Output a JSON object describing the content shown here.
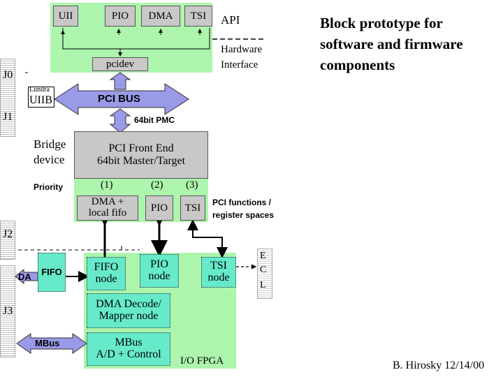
{
  "title": {
    "line1": "Block prototype for",
    "line2": "software and firmware",
    "line3": "components"
  },
  "author": "B. Hirosky 12/14/00",
  "software": {
    "blocks": [
      "UII",
      "PIO",
      "DMA",
      "TSI"
    ],
    "api_label": "API",
    "hw_if_line1": "Hardware",
    "hw_if_line2": "Interface",
    "pcidev": "pcidev"
  },
  "bus": {
    "pci_bus": "PCI BUS",
    "pmc": "64bit PMC",
    "lundra": "Lundra",
    "uiib": "UIIB"
  },
  "connectors": {
    "j0": "J0",
    "j1": "J1",
    "j2": "J2",
    "j3": "J3"
  },
  "bridge": {
    "label_line1": "Bridge",
    "label_line2": "device",
    "front_end_line1": "PCI Front End",
    "front_end_line2": "64bit Master/Target",
    "priority": "Priority",
    "prio1": "(1)",
    "prio2": "(2)",
    "prio3": "(3)",
    "dma_fn_line1": "DMA +",
    "dma_fn_line2": "local fifo",
    "pio_fn": "PIO",
    "tsi_fn": "TSI",
    "functions_line1": "PCI functions /",
    "functions_line2": "register spaces"
  },
  "fpga": {
    "fifo_node_line1": "FIFO",
    "fifo_node_line2": "node",
    "pio_node_line1": "PIO",
    "pio_node_line2": "node",
    "tsi_node_line1": "TSI",
    "tsi_node_line2": "node",
    "dma_decode_line1": "DMA Decode/",
    "dma_decode_line2": "Mapper node",
    "mbus_node_line1": "MBus",
    "mbus_node_line2": "A/D + Control",
    "io_fpga": "I/O FPGA"
  },
  "external": {
    "da": "DA",
    "fifo": "FIFO",
    "mbus": "MBus",
    "ecl_e": "E",
    "ecl_c": "C",
    "ecl_l": "L"
  },
  "colors": {
    "green": "#adf5ad",
    "cyan": "#66eac9",
    "grey": "#c8c8c8",
    "bus_arrow": "#9a9ae8"
  }
}
